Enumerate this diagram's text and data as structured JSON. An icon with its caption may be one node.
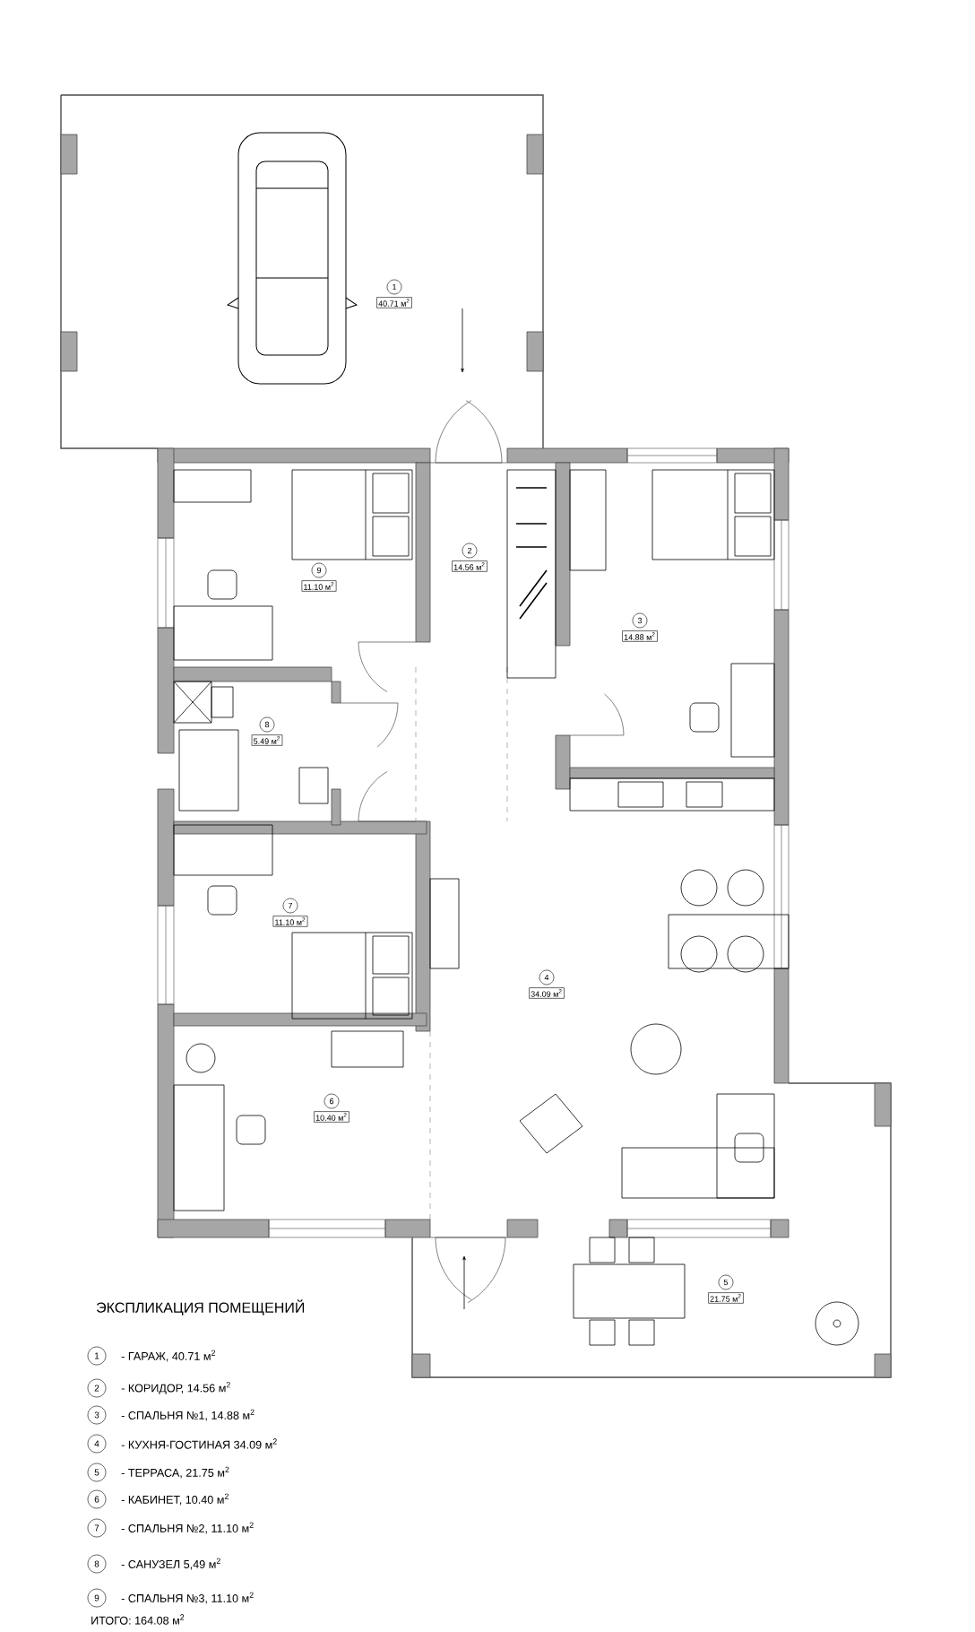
{
  "diagram": {
    "nodes": [
      {
        "text": [
          "1",
          "40.71 м$^{2}$"
        ]
      },
      {
        "text": [
          "2",
          "14.56 м$^{2}$"
        ]
      },
      {
        "text": [
          "3",
          "14.88 м$^{2}$"
        ]
      },
      {
        "text": [
          "4",
          "34.09 м$^{2}$"
        ]
      },
      {
        "text": [
          "5",
          "21.75 м$^{2}$"
        ]
      },
      {
        "text": [
          "6",
          "10.40 м$^{2}$"
        ]
      },
      {
        "text": [
          "7",
          "11.10 м$^{2}$"
        ]
      },
      {
        "text": [
          "8",
          "5.49 м$^{2}$"
        ]
      },
      {
        "text": [
          "9",
          "11.10 м$^{2}$"
        ]
      }
    ],
    "labels": [
      "ЭКСПЛИКАЦИЯ ПОМЕЩЕНИЙ",
      "1",
      "- ГАРАЖ, 40.71 м$^{2}$",
      "2",
      "- КОРИДОР, 14.56 м$^{2}$",
      "3",
      "- СПАЛЬНЯ №1, 14.88 м$^{2}$",
      "4",
      "- КУХНЯ-ГОСТИНАЯ 34.09 м$^{2}$",
      "5",
      "- ТЕРРАСА, 21.75 м$^{2}$",
      "6",
      "- КАБИНЕТ, 10.40 м$^{2}$",
      "7",
      "- СПАЛЬНЯ №2, 11.10 м$^{2}$",
      "8",
      "- САНУЗЕЛ 5,49 м$^{2}$",
      "9",
      "- СПАЛЬНЯ №3, 11.10 м$^{2}$",
      "ИТОГО: 164.08 м$^{2}$"
    ]
  }
}
